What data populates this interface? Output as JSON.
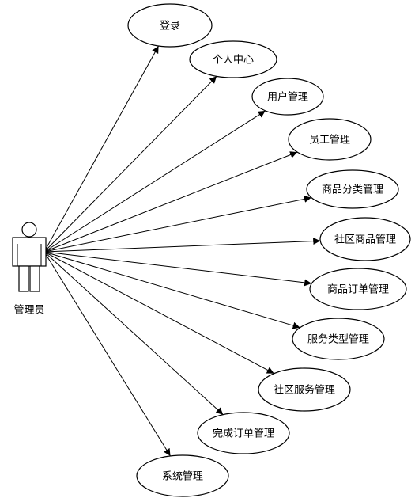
{
  "actor": {
    "name": "管理员"
  },
  "use_cases": [
    "登录",
    "个人中心",
    "用户管理",
    "员工管理",
    "商品分类管理",
    "社区商品管理",
    "商品订单管理",
    "服务类型管理",
    "社区服务管理",
    "完成订单管理",
    "系统管理"
  ]
}
